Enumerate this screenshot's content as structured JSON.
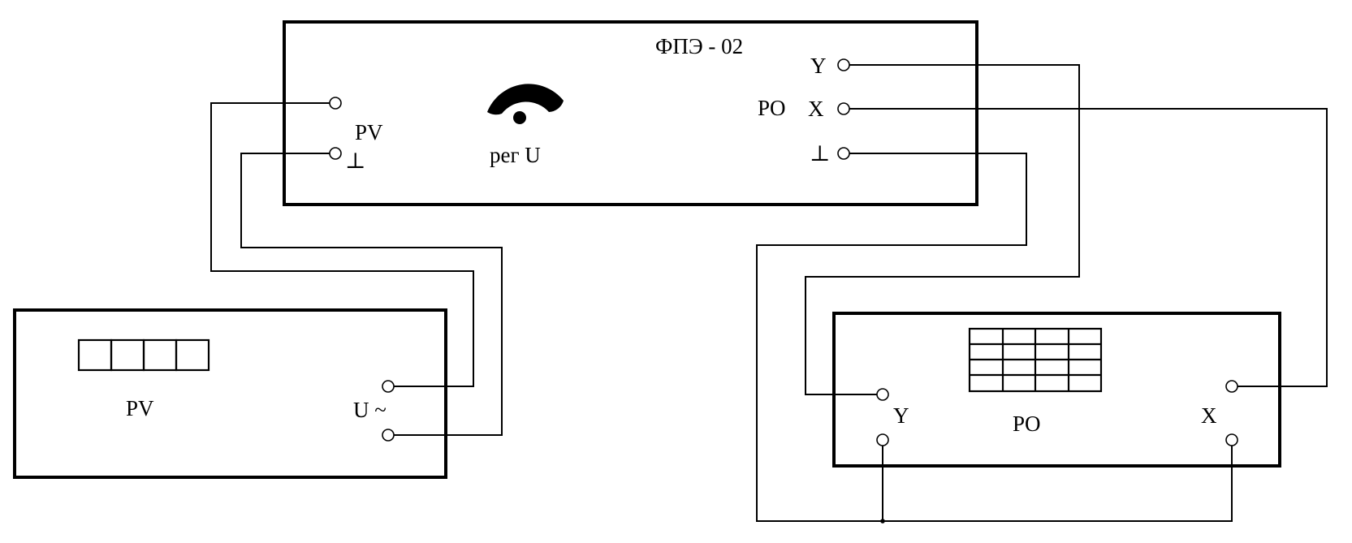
{
  "fpe_unit": {
    "title": "ФПЭ - 02",
    "knob_label": "рег U",
    "pv_label": "PV",
    "pv_ground_symbol": "⊥",
    "po_label": "PO",
    "y_label": "Y",
    "x_label": "X",
    "po_ground_symbol": "⊥"
  },
  "voltmeter": {
    "label": "PV",
    "input_label": "U ~",
    "display_digit_count": 4
  },
  "oscilloscope": {
    "label": "PO",
    "y_label": "Y",
    "x_label": "X",
    "screen_grid": {
      "rows": 4,
      "cols": 4
    }
  },
  "colors": {
    "line": "#000000",
    "background": "#ffffff"
  }
}
